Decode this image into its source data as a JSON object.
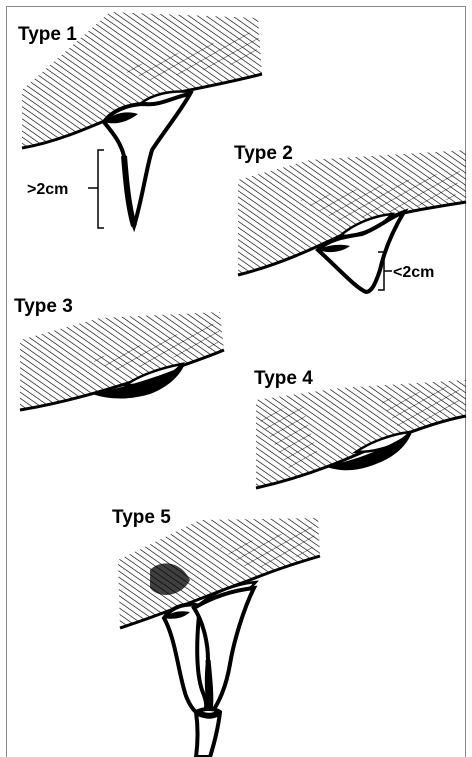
{
  "panels": [
    {
      "id": "type-1",
      "label": "Type 1",
      "measure": ">2cm"
    },
    {
      "id": "type-2",
      "label": "Type 2",
      "measure": "<2cm"
    },
    {
      "id": "type-3",
      "label": "Type 3"
    },
    {
      "id": "type-4",
      "label": "Type 4"
    },
    {
      "id": "type-5",
      "label": "Type 5"
    }
  ],
  "colors": {
    "ink": "#000000",
    "frame": "#8a8a8a",
    "background": "#ffffff"
  }
}
